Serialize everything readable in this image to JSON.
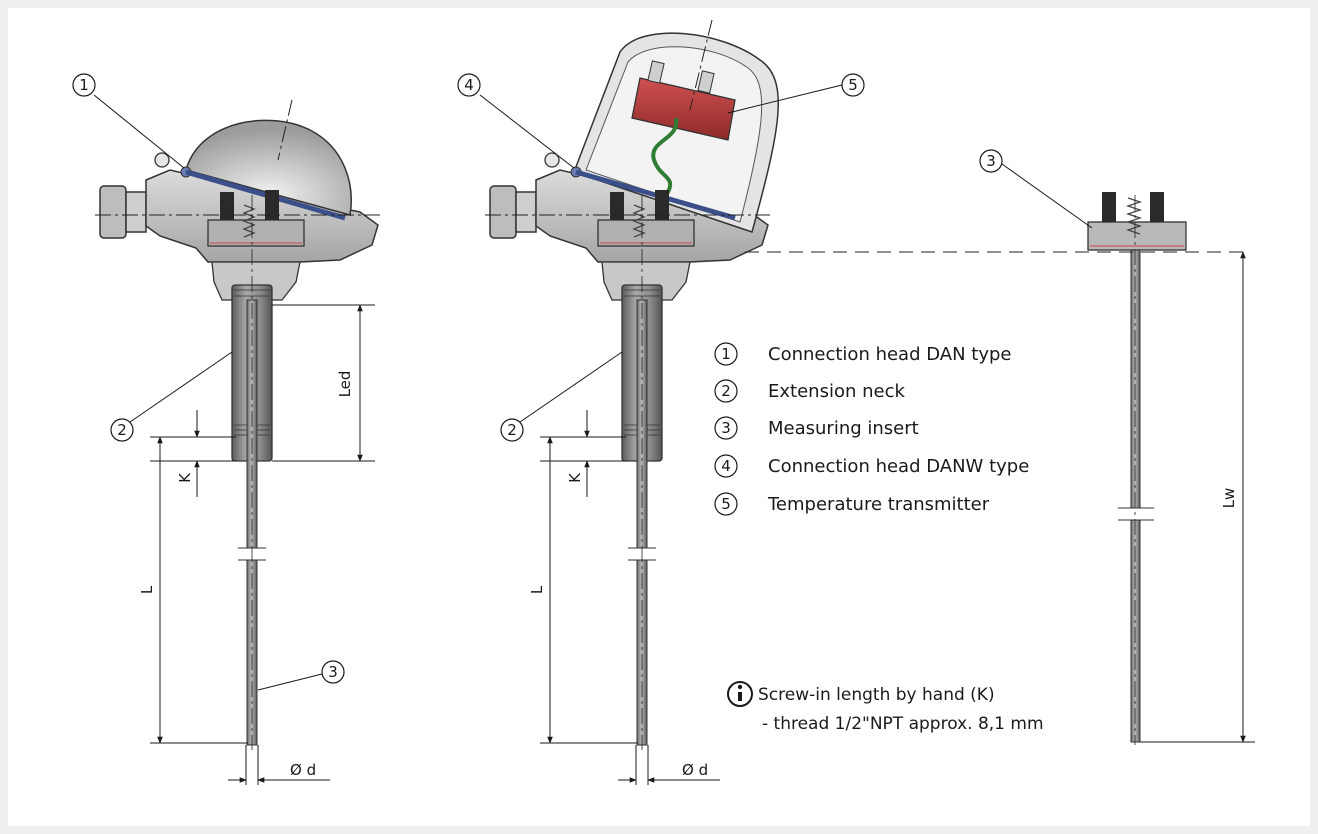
{
  "callouts": {
    "c1": "1",
    "c2": "2",
    "c3": "3",
    "c4": "4",
    "c5": "5"
  },
  "dimensions": {
    "led": "Led",
    "k": "K",
    "l": "L",
    "lw": "Lw",
    "diameter": "Ø d"
  },
  "legend": [
    {
      "number": "1",
      "label": "Connection head DAN type"
    },
    {
      "number": "2",
      "label": "Extension neck"
    },
    {
      "number": "3",
      "label": "Measuring insert"
    },
    {
      "number": "4",
      "label": "Connection head DANW type"
    },
    {
      "number": "5",
      "label": "Temperature transmitter"
    }
  ],
  "note": {
    "line1": "Screw-in length by hand (K)",
    "line2": "- thread 1/2\"NPT approx. 8,1 mm"
  },
  "colors": {
    "background": "#efefef",
    "panel": "#ffffff",
    "metal_light": "#d6d6d6",
    "metal_dark": "#8a8a8a",
    "transmitter_red": "#b53a3a",
    "wire_green": "#2f7d32",
    "clamp_blue": "#3b4f8a"
  },
  "icons": {
    "info": "info-circle-icon"
  }
}
